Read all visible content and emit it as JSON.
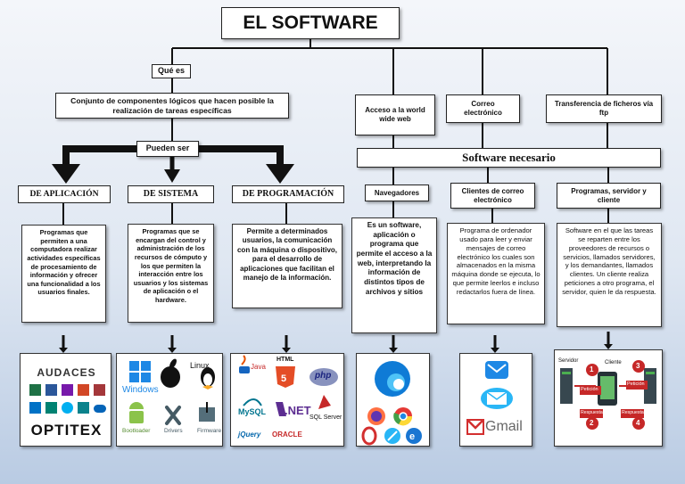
{
  "title": "EL SOFTWARE",
  "que_es": "Qué es",
  "definition": "Conjunto de componentes lógicos que hacen posible la realización de tareas específicas",
  "pueden_ser": "Pueden ser",
  "categories": [
    {
      "label": "DE APLICACIÓN",
      "description": "Programas que permiten a una computadora realizar actividades específicas de procesamiento de información y ofrecer una funcionalidad a los usuarios finales."
    },
    {
      "label": "DE SISTEMA",
      "description": "Programas que se encargan del control y administración de los recursos de cómputo y los que permiten la interacción entre los usuarios y los sistemas de aplicación o el hardware."
    },
    {
      "label": "DE PROGRAMACIÓN",
      "description": "Permite a determinados usuarios, la comunicación con la máquina o dispositivo, para el desarrollo de aplicaciones que facilitan el manejo de la información."
    }
  ],
  "uses": [
    {
      "label": "Acceso a la world wide web"
    },
    {
      "label": "Correo electrónico"
    },
    {
      "label": "Transferencia de ficheros vía ftp"
    }
  ],
  "software_necesario": "Software necesario",
  "needed": [
    {
      "label": "Navegadores",
      "description": "Es un software, aplicación o programa que permite el acceso a la web, interpretando la información de distintos tipos de archivos y sitios"
    },
    {
      "label": "Clientes de correo electrónico",
      "description": "Programa de ordenador usado para leer y enviar mensajes de correo electrónico los cuales son almacenados en la misma máquina donde se ejecuta, lo que permite leerlos e incluso redactarlos fuera de línea."
    },
    {
      "label": "Programas, servidor y cliente",
      "description": "Software en el que las tareas se reparten entre los proveedores de recursos o servicios, llamados servidores, y los demandantes, llamados clientes. Un cliente realiza peticiones a otro programa, el servidor, quien le da respuesta."
    }
  ],
  "image_labels": {
    "audaces": "AUDACES",
    "optitex": "OPTITEX",
    "windows": "Windows",
    "linux": "Linux",
    "bootloader": "Bootloader",
    "drivers": "Drivers",
    "firmware": "Firmware",
    "java": "Java",
    "html": "HTML",
    "php": "php",
    "mysql": "MySQL",
    "net": ".NET",
    "jquery": "jQuery",
    "oracle": "ORACLE",
    "sqlserver": "SQL Server",
    "gmail": "Gmail",
    "servidor": "Servidor",
    "cliente": "Cliente",
    "peticion": "Petición",
    "respuesta": "Respuesta",
    "n1": "1",
    "n2": "2",
    "n3": "3",
    "n4": "4"
  },
  "colors": {
    "connector": "#111111",
    "accent_red": "#c62828",
    "mail_blue": "#1e88e5"
  }
}
